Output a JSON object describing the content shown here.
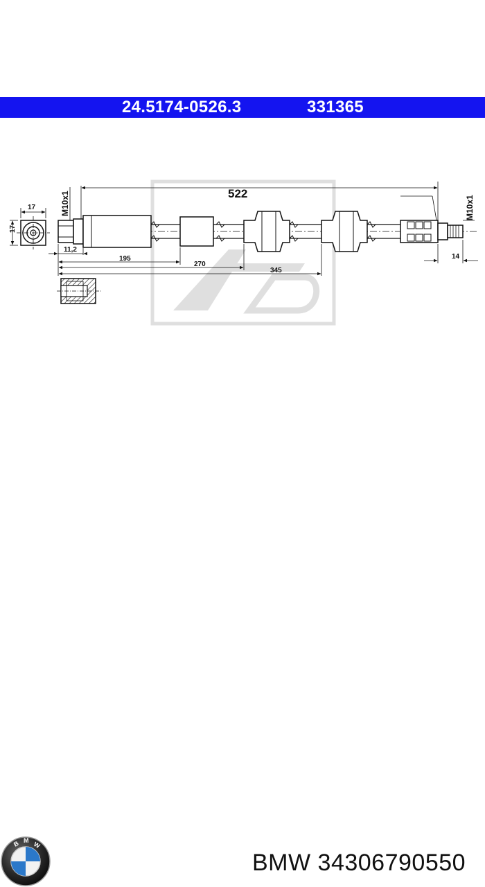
{
  "header": {
    "part_number": "24.5174-0526.3",
    "reference_number": "331365",
    "band_color": "#1414f0"
  },
  "drawing": {
    "total_length": "522",
    "thread_left": "M10x1",
    "thread_right": "M10x1",
    "fitting_width": "17",
    "fitting_height": "17",
    "hex_length": "11,2",
    "dim_195": "195",
    "dim_270": "270",
    "dim_345": "345",
    "dim_14": "14",
    "watermark_logo": "Ate"
  },
  "footer": {
    "brand": "BMW",
    "oem_number": "34306790550",
    "logo_icon": "bmw-roundel-icon"
  }
}
